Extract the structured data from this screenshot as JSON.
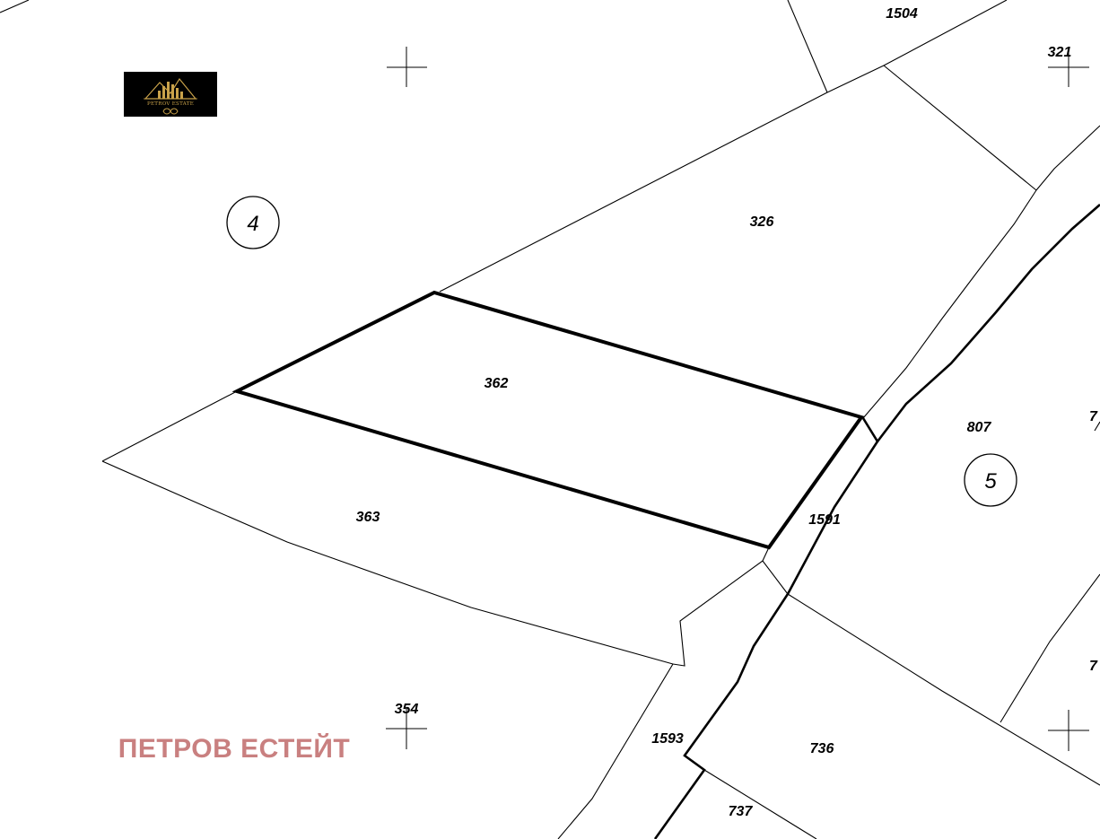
{
  "parcels": [
    {
      "id": "p1504",
      "label": "1504"
    },
    {
      "id": "p321",
      "label": "321"
    },
    {
      "id": "p326",
      "label": "326"
    },
    {
      "id": "p362",
      "label": "362"
    },
    {
      "id": "p363",
      "label": "363"
    },
    {
      "id": "p807",
      "label": "807"
    },
    {
      "id": "p1591",
      "label": "1591"
    },
    {
      "id": "p354",
      "label": "354"
    },
    {
      "id": "p1593",
      "label": "1593"
    },
    {
      "id": "p736",
      "label": "736"
    },
    {
      "id": "p737",
      "label": "737"
    },
    {
      "id": "p7a",
      "label": "7"
    },
    {
      "id": "p7b",
      "label": "7"
    }
  ],
  "zones": [
    {
      "id": "z4",
      "label": "4"
    },
    {
      "id": "z5",
      "label": "5"
    }
  ],
  "watermark": {
    "text": "ПЕТРОВ ЕСТЕЙТ",
    "color": "#c98080"
  },
  "logo": {
    "text": "PETROV ESTATE",
    "icon": "mountain-city-logo-icon",
    "background": "#000000",
    "accent": "#c9a24a"
  },
  "highlight_parcel": "362"
}
